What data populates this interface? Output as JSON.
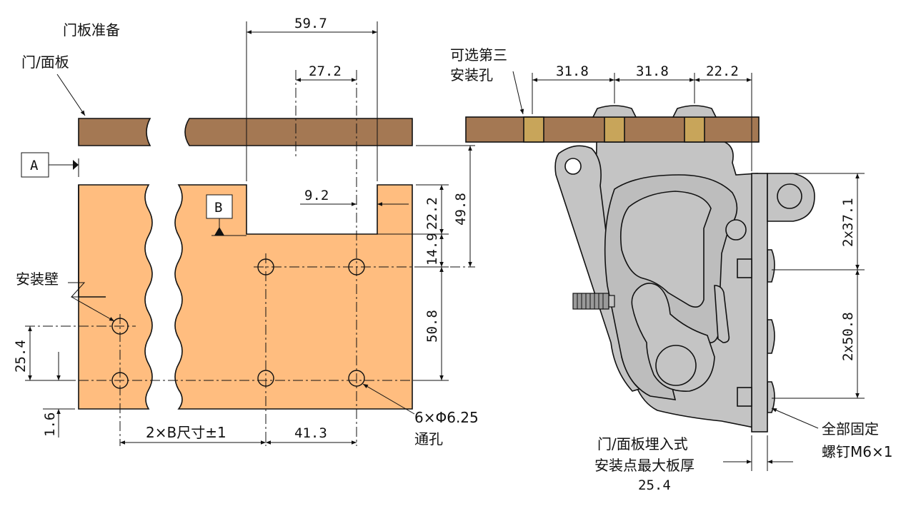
{
  "labels": {
    "door_prep": "门板准备",
    "door_panel": "门/面板",
    "mount_wall": "安装壁",
    "ref_a": "A",
    "ref_b": "B",
    "optional_hole_1": "可选第三",
    "optional_hole_2": "安装孔",
    "hole_spec_1": "6×Φ6.25",
    "hole_spec_2": "通孔",
    "screws_1": "全部固定",
    "screws_2": "螺钉M6×1",
    "embed_1": "门/面板埋入式",
    "embed_2": "安装点最大板厚",
    "embed_3": "25.4"
  },
  "dimensions": {
    "d59_7": "59.7",
    "d27_2": "27.2",
    "d9_2": "9.2",
    "d22_2_left": "22.2",
    "d14_9": "14.9",
    "d49_8": "49.8",
    "d50_8": "50.8",
    "d25_4": "25.4",
    "d1_6": "1.6",
    "d2xb": "2×B尺寸±1",
    "d41_3": "41.3",
    "d31_8_a": "31.8",
    "d31_8_b": "31.8",
    "d22_2_right": "22.2",
    "d2x37_1": "2x37.1",
    "d2x50_8": "2x50.8"
  },
  "colors": {
    "door": "#a47853",
    "wall": "#ffbd7f",
    "hinge": "#c4c4c4",
    "insert": "#c8a55a",
    "line": "#111111"
  }
}
